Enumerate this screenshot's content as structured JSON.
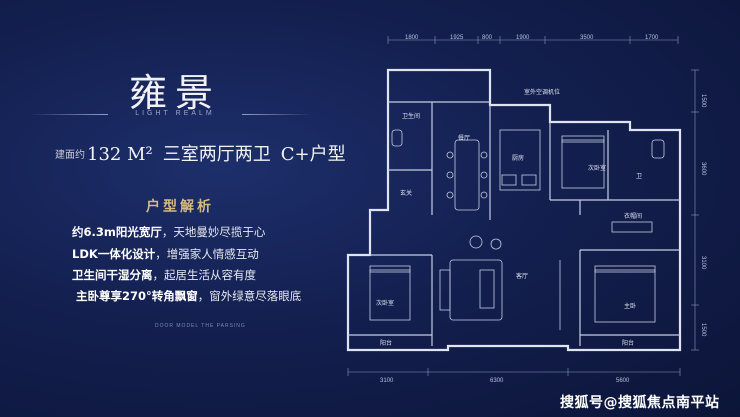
{
  "title": "雍景",
  "subtitle": "LIGHT REALM",
  "info": {
    "prefix": "建面约",
    "area": "132 M²",
    "rooms": "三室两厅两卫",
    "type": "C+户型"
  },
  "section_heading": "户型解析",
  "bullets": [
    {
      "key": "约6.3m阳光宽厅",
      "rest": "，天地曼妙尽揽于心"
    },
    {
      "key": "LDK一体化设计",
      "rest": "，增强家人情感互动"
    },
    {
      "key": "卫生间干湿分离",
      "rest": "，起居生活从容有度"
    },
    {
      "key": "主卧尊享270°转角飘窗",
      "rest": "，窗外绿意尽落眼底"
    }
  ],
  "footer": "DOOR MODEL THE PARSING",
  "floorplan": {
    "dims_top": [
      "1800",
      "1925",
      "800",
      "1900",
      "3500",
      "1700"
    ],
    "dims_bottom": [
      "3100",
      "6300",
      "5600"
    ],
    "dims_right": [
      "1500",
      "3600",
      "3100",
      "1500"
    ],
    "rooms": {
      "aircon": "室外空调机位",
      "bath1": "卫生间",
      "dining": "餐厅",
      "kitchen": "厨房",
      "entry": "玄关",
      "second_bed": "次卧室",
      "bath2": "卫",
      "hall": "客厅",
      "storage": "衣帽间",
      "kid_bed": "次卧室",
      "master": "主卧",
      "balcony": "阳台",
      "balcony2": "阳台"
    }
  },
  "watermark": "搜狐号@搜狐焦点南平站"
}
